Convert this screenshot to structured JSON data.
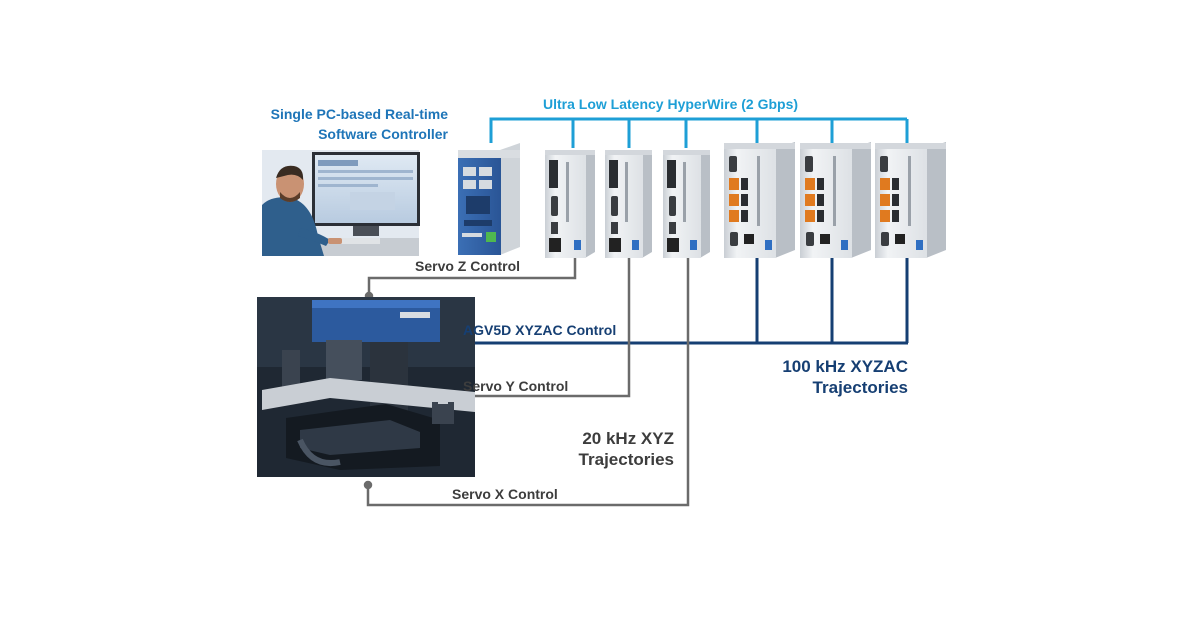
{
  "labels": {
    "controller_title_line1": "Single PC-based Real-time",
    "controller_title_line2": "Software Controller",
    "hyperwire": "Ultra Low Latency HyperWire (2 Gbps)",
    "servo_z": "Servo Z Control",
    "agv5d": "AGV5D XYZAC Control",
    "servo_y": "Servo Y Control",
    "servo_x": "Servo X Control",
    "traj_20khz_line1": "20 kHz XYZ",
    "traj_20khz_line2": "Trajectories",
    "traj_100khz_line1": "100 kHz XYZAC",
    "traj_100khz_line2": "Trajectories"
  },
  "colors": {
    "hyperwire_line": "#1e9fd6",
    "xyzac_line": "#163f73",
    "servo_line": "#6b6b6b",
    "label_dark": "#3d3d3d"
  },
  "icons": {
    "operator_photo": "pc-operator-photo",
    "machine_photo": "xyz-gantry-stage-photo",
    "hyperwire_master": "hyperwire-master-module-icon",
    "servo_drive": "servo-drive-icon",
    "multi_axis_drive": "multi-axis-drive-icon"
  }
}
